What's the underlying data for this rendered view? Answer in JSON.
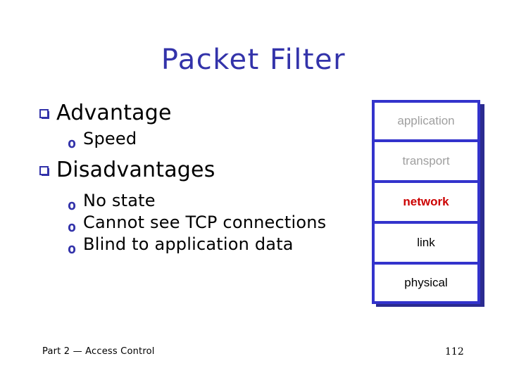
{
  "slide": {
    "title": "Packet Filter",
    "background_color": "#ffffff",
    "title_color": "#3333aa"
  },
  "content": {
    "sections": [
      {
        "heading": "Advantage",
        "marker": "square-bullet",
        "items": [
          {
            "text": "Speed",
            "marker": "o-bullet"
          }
        ]
      },
      {
        "heading": "Disadvantages",
        "marker": "square-bullet",
        "items": [
          {
            "text": "No state",
            "marker": "o-bullet"
          },
          {
            "text": "Cannot see TCP connections",
            "marker": "o-bullet"
          },
          {
            "text": "Blind to application data",
            "marker": "o-bullet"
          }
        ]
      }
    ]
  },
  "stack_diagram": {
    "border_color": "#3333cc",
    "shadow_color": "#2b2b90",
    "layers": [
      {
        "label": "application",
        "state": "dim",
        "color": "#9f9f9f"
      },
      {
        "label": "transport",
        "state": "dim",
        "color": "#9f9f9f"
      },
      {
        "label": "network",
        "state": "highlighted",
        "color": "#cc0000"
      },
      {
        "label": "link",
        "state": "normal",
        "color": "#000000"
      },
      {
        "label": "physical",
        "state": "normal",
        "color": "#000000"
      }
    ]
  },
  "footer": {
    "left": "Part 2 — Access Control",
    "page_number": "112"
  }
}
